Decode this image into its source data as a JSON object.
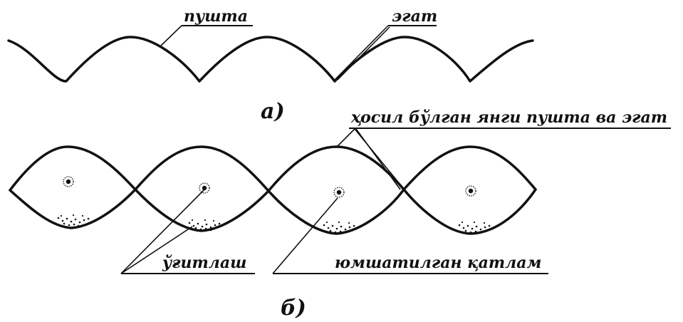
{
  "labels": {
    "ridge": "пушта",
    "furrow": "эгат",
    "part_a": "а)",
    "new_ridge_furrow": "ҳосил бўлган янги пушта ва эгат",
    "fertilizing": "ўғитлаш",
    "loosened_layer": "юмшатилган қатлам",
    "part_b": "б)"
  },
  "colors": {
    "line": "#111111",
    "background": "#ffffff"
  }
}
